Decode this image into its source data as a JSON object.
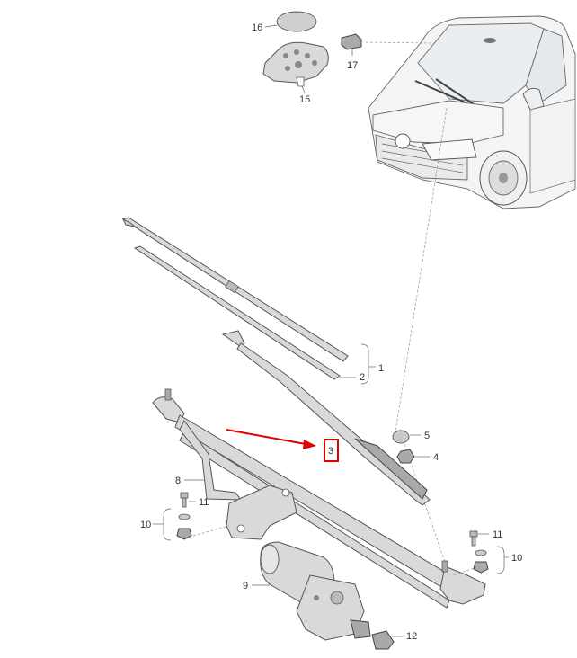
{
  "callouts": {
    "c1": "1",
    "c2": "2",
    "c3": "3",
    "c4": "4",
    "c5": "5",
    "c8": "8",
    "c9": "9",
    "c10_left": "10",
    "c10_right": "10",
    "c11_left": "11",
    "c11_right": "11",
    "c12": "12",
    "c15": "15",
    "c16": "16",
    "c17": "17"
  },
  "highlight": {
    "color": "#e00000",
    "target_callout": "3"
  }
}
